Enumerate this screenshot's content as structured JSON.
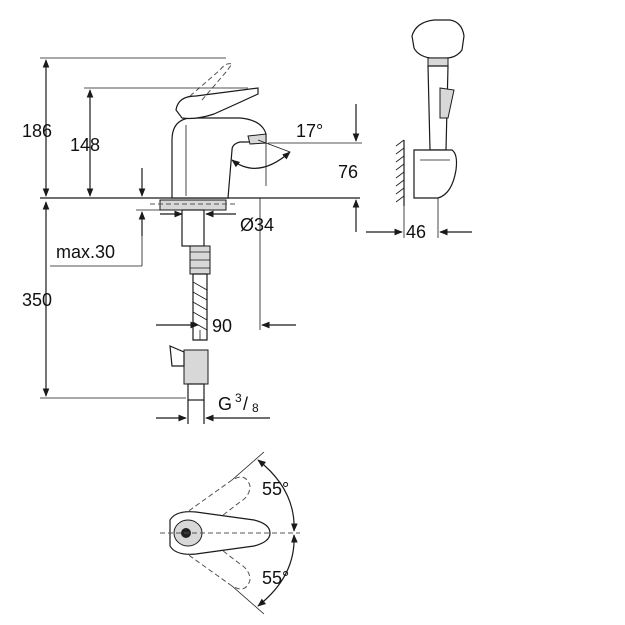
{
  "dimensions": {
    "total_height": "186",
    "spout_height": "148",
    "spout_angle": "17°",
    "outlet_height": "76",
    "hole_diameter": "Ø34",
    "max_thickness": "max.30",
    "hose_length": "350",
    "reach": "90",
    "connection_thread": "G",
    "thread_numerator": "3",
    "thread_denominator": "8",
    "holder_width": "46",
    "lever_rotation_up": "55°",
    "lever_rotation_down": "55°"
  }
}
